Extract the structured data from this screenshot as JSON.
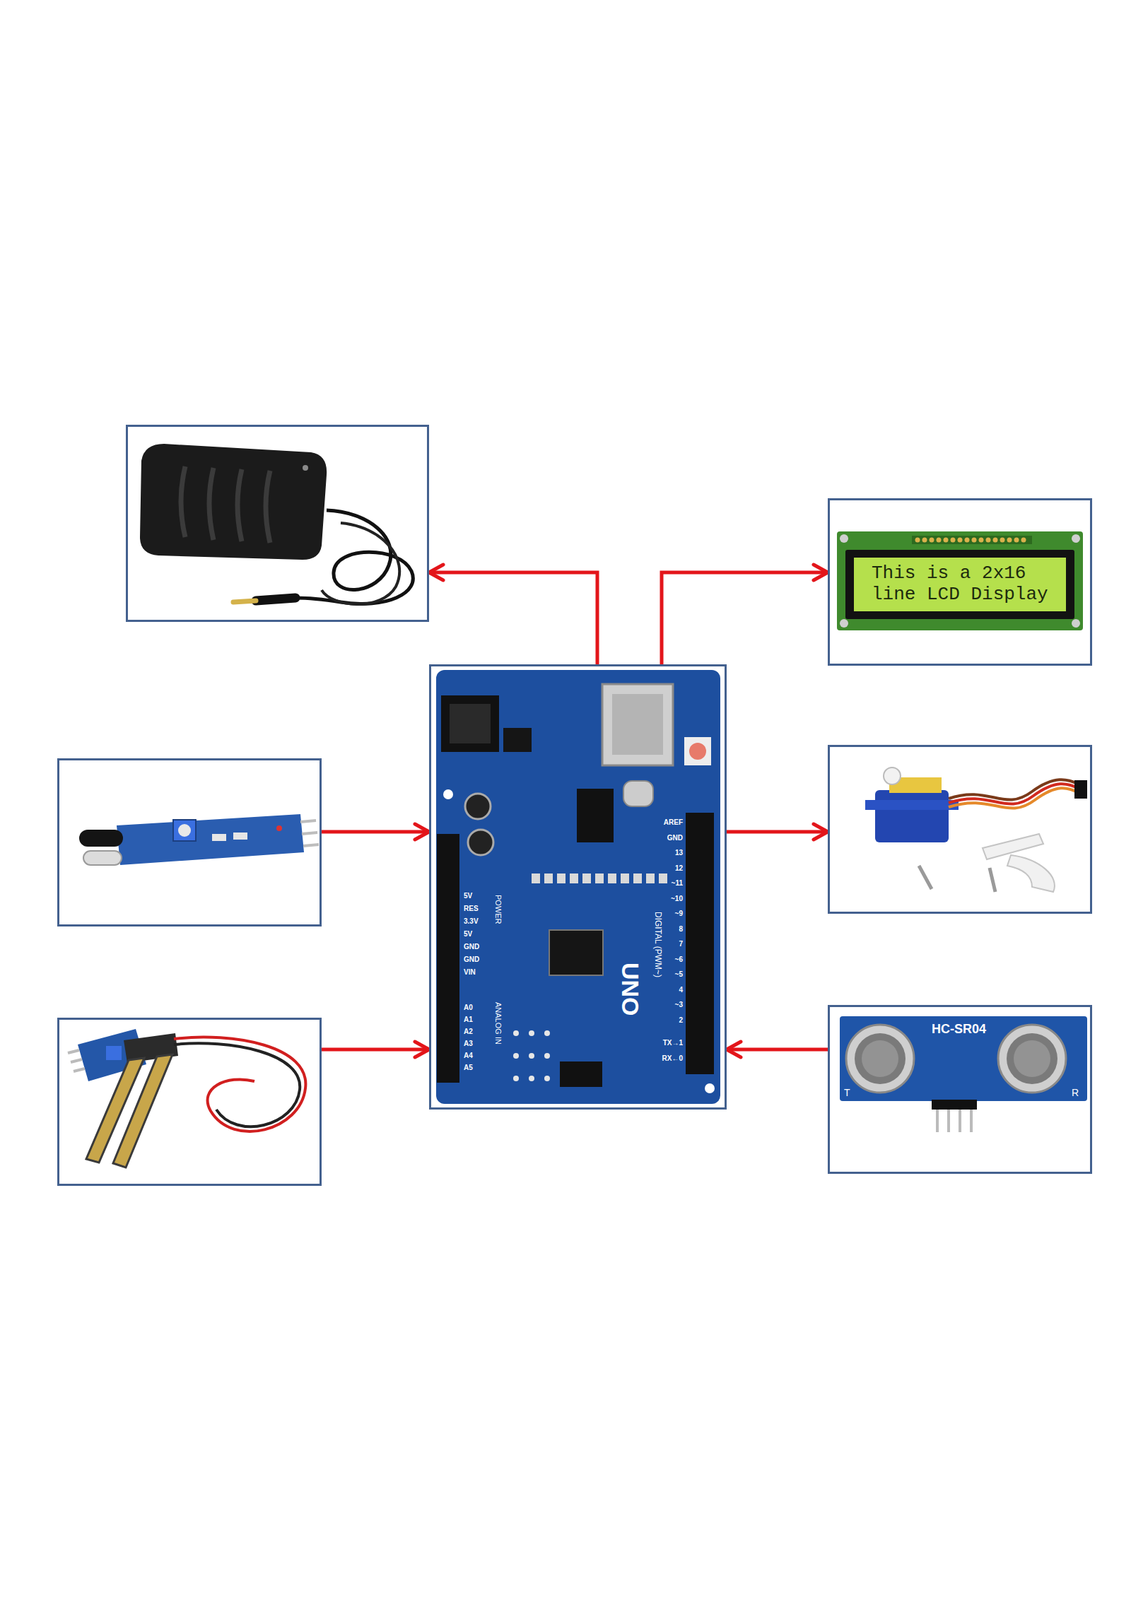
{
  "diagram": {
    "nodes": [
      {
        "text": []
      },
      {
        "text": [
          "This is a 2x16 line LCD Display"
        ]
      },
      {
        "text": []
      },
      {
        "text": [
          "UNO",
          "DIGITAL (PWM~)",
          "POWER",
          "ANALOG IN"
        ]
      },
      {
        "text": []
      },
      {
        "text": []
      },
      {
        "text": [
          "HC-SR04",
          "T",
          "R"
        ]
      }
    ],
    "edges": [
      {
        "from": 3,
        "to": 0,
        "arrow": "to"
      },
      {
        "from": 3,
        "to": 1,
        "arrow": "to"
      },
      {
        "from": 2,
        "to": 3,
        "arrow": "to"
      },
      {
        "from": 3,
        "to": 4,
        "arrow": "to"
      },
      {
        "from": 5,
        "to": 3,
        "arrow": "to"
      },
      {
        "from": 6,
        "to": 3,
        "arrow": "to"
      }
    ],
    "labels": [
      "5V",
      "RES",
      "3.3V",
      "5V",
      "GND",
      "GND",
      "VIN",
      "A0",
      "A1",
      "A2",
      "A3",
      "A4",
      "A5",
      "AREF",
      "GND",
      "13",
      "12",
      "~11",
      "~10",
      "~9",
      "8",
      "7",
      "~6",
      "~5",
      "4",
      "~3",
      "2",
      "TX→1",
      "RX←0"
    ]
  }
}
